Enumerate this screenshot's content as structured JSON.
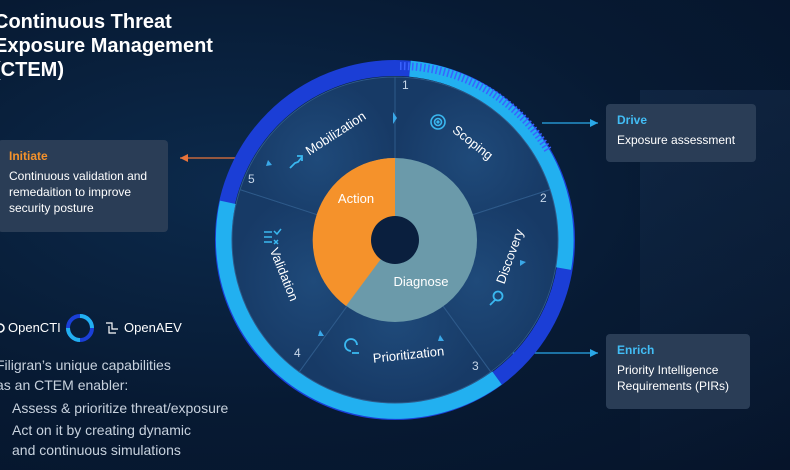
{
  "title": {
    "line1": "Continuous Threat",
    "line2": "Exposure Management",
    "line3": "(CTEM)"
  },
  "callouts": {
    "initiate": {
      "title": "Initiate",
      "body": "Continuous validation and remedaition to improve security posture"
    },
    "drive": {
      "title": "Drive",
      "body": "Exposure assessment"
    },
    "enrich": {
      "title": "Enrich",
      "body": "Priority Intelligence Requirements (PIRs)"
    }
  },
  "wheel": {
    "center": {
      "action": "Action",
      "diagnose": "Diagnose"
    },
    "stages": [
      {
        "number": "1",
        "label": "Scoping",
        "icon": "target-icon"
      },
      {
        "number": "2",
        "label": "Discovery",
        "icon": "magnifier-icon"
      },
      {
        "number": "3",
        "label": "Prioritization",
        "icon": "refresh-icon"
      },
      {
        "number": "4",
        "label": "Validation",
        "icon": "checklist-icon"
      },
      {
        "number": "5",
        "label": "Mobilization",
        "icon": "trend-arrow-icon"
      }
    ]
  },
  "logos": {
    "opencti": "OpenCTI",
    "openaev": "OpenAEV"
  },
  "capabilities": {
    "intro_line1": "Filigran’s unique capabilities",
    "intro_line2": "as an CTEM enabler:",
    "items": [
      "Assess & prioritize threat/exposure",
      "Act on it by creating dynamic",
      "and continuous simulations"
    ]
  },
  "colors": {
    "orange": "#f5922b",
    "light_blue": "#22b0f0",
    "dark_blue": "#1a3fd8",
    "gray_blue": "#6b9aaa",
    "panel": "#2a3d56"
  }
}
